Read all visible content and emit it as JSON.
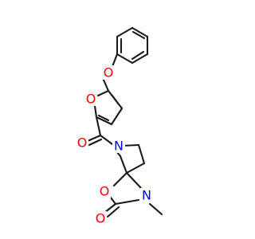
{
  "colors": {
    "bond": "#1a1a1a",
    "oxygen": "#ff0000",
    "nitrogen": "#0000ff"
  },
  "atoms": {
    "furan_oxygen": "O",
    "ether_oxygen": "O",
    "carbonyl_oxygen": "O",
    "pyrrolidine_nitrogen": "N",
    "oxazolidinone_nitrogen": "N",
    "oxazolidinone_ring_oxygen": "O",
    "oxazolidinone_carbonyl_oxygen": "O"
  }
}
